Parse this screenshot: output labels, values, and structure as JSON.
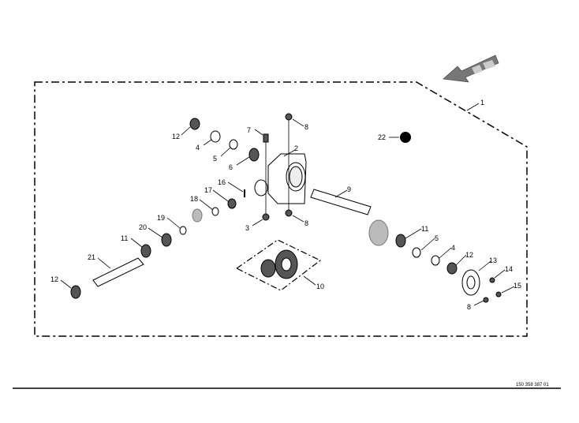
{
  "diagram": {
    "reference_number": "150 358 387 01",
    "callouts": {
      "c1": "1",
      "c2": "2",
      "c3": "3",
      "c4a": "4",
      "c4b": "4",
      "c5a": "5",
      "c5b": "5",
      "c6": "6",
      "c7": "7",
      "c8a": "8",
      "c8b": "8",
      "c8c": "8",
      "c9": "9",
      "c10": "10",
      "c11a": "11",
      "c11b": "11",
      "c12a": "12",
      "c12b": "12",
      "c12c": "12",
      "c13": "13",
      "c14": "14",
      "c15": "15",
      "c16": "16",
      "c17": "17",
      "c18": "18",
      "c19": "19",
      "c20": "20",
      "c21": "21",
      "c22": "22"
    }
  }
}
